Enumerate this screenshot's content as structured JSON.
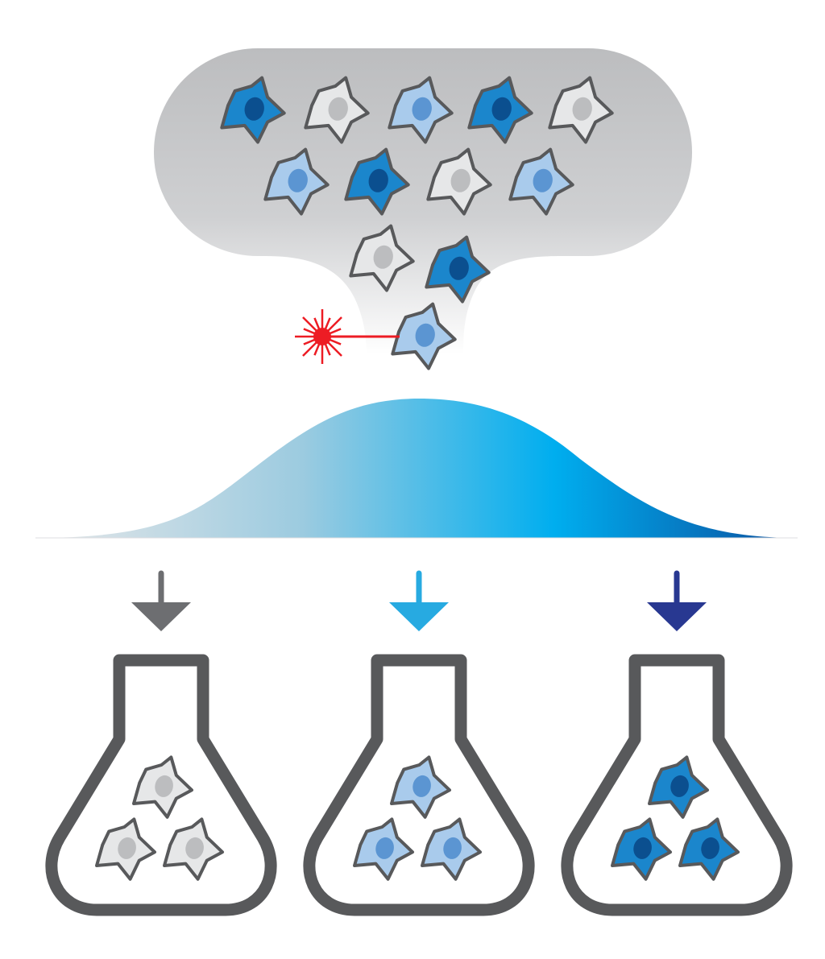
{
  "colors": {
    "background": "#ffffff",
    "chamber_top": "#bcbdbf",
    "chamber_bottom": "#ffffff",
    "outline": "#58595b",
    "laser": "#ed1c24",
    "arrow_low": "#6d6e71",
    "arrow_mid": "#27aae1",
    "arrow_high": "#283891",
    "distribution": [
      "#e6e7e8",
      "#9ccbe0",
      "#00aeef",
      "#0b4f9e"
    ]
  },
  "cell_types": {
    "low": {
      "body": "#e6e7e8",
      "nucleus": "#bcbdbf"
    },
    "mid": {
      "body": "#a9cbec",
      "nucleus": "#5b95d2"
    },
    "high": {
      "body": "#1b86cc",
      "nucleus": "#0b4f8f"
    }
  },
  "chamber_cells": [
    "high",
    "low",
    "mid",
    "high",
    "low",
    "mid",
    "high",
    "low",
    "mid",
    "low",
    "high",
    "mid"
  ],
  "flasks": [
    {
      "id": "low",
      "cell_type": "low",
      "arrow_color": "#6d6e71"
    },
    {
      "id": "mid",
      "cell_type": "mid",
      "arrow_color": "#27aae1"
    },
    {
      "id": "high",
      "cell_type": "high",
      "arrow_color": "#283891"
    }
  ],
  "icons": [
    "cell-icon",
    "laser-icon",
    "down-arrow-icon",
    "flask-icon"
  ]
}
